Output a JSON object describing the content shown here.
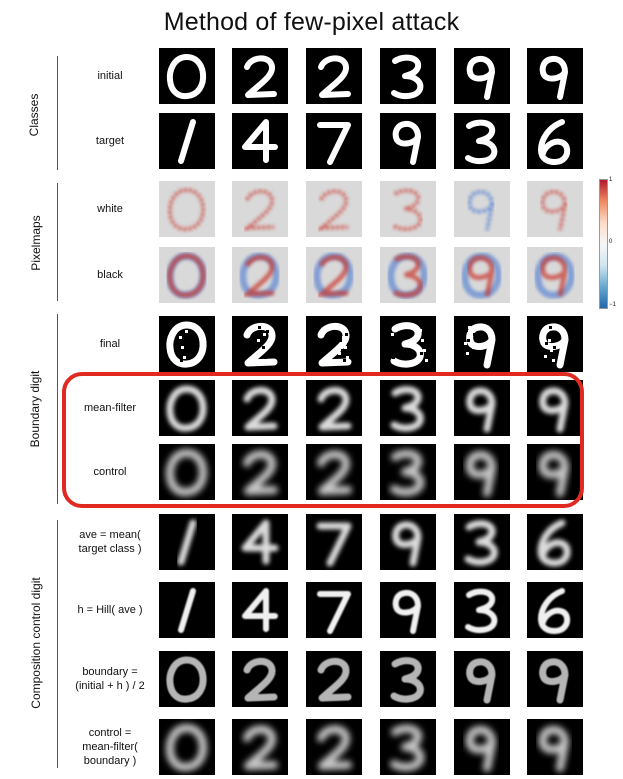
{
  "title": "Method of few-pixel attack",
  "groups": {
    "classes": "Classes",
    "pixelmaps": "Pixelmaps",
    "boundary": "Boundary digit",
    "composition": "Composition control digit"
  },
  "rows": [
    {
      "key": "initial",
      "label": "initial",
      "type": "digit",
      "digits": [
        "0",
        "2",
        "2",
        "3",
        "9",
        "9"
      ],
      "style": "sharp"
    },
    {
      "key": "target",
      "label": "target",
      "type": "digit",
      "digits": [
        "1",
        "4",
        "7",
        "9",
        "3",
        "6"
      ],
      "style": "sharp"
    },
    {
      "key": "white",
      "label": "white",
      "type": "pixelmap",
      "digits": [
        "0",
        "2",
        "2",
        "3",
        "9",
        "9"
      ],
      "style": "map-red"
    },
    {
      "key": "black",
      "label": "black",
      "type": "pixelmap",
      "digits": [
        "0",
        "2",
        "2",
        "3",
        "9",
        "9"
      ],
      "style": "map-mixed"
    },
    {
      "key": "final",
      "label": "final",
      "type": "digit",
      "digits": [
        "0",
        "2",
        "2",
        "3",
        "9",
        "9"
      ],
      "style": "noisy"
    },
    {
      "key": "mean_filter",
      "label": "mean-filter",
      "type": "digit",
      "digits": [
        "0",
        "2",
        "2",
        "3",
        "9",
        "9"
      ],
      "style": "blur"
    },
    {
      "key": "control",
      "label": "control",
      "type": "digit",
      "digits": [
        "0",
        "2",
        "2",
        "3",
        "9",
        "9"
      ],
      "style": "blur-strong"
    },
    {
      "key": "ave",
      "label": "ave = mean(\ntarget class )",
      "type": "digit",
      "digits": [
        "1",
        "4",
        "7",
        "9",
        "3",
        "6"
      ],
      "style": "blur"
    },
    {
      "key": "hill",
      "label": "h = Hill( ave )",
      "type": "digit",
      "digits": [
        "1",
        "4",
        "7",
        "9",
        "3",
        "6"
      ],
      "style": "soft"
    },
    {
      "key": "boundary",
      "label": "boundary =\n(initial  + h ) / 2",
      "type": "digit",
      "digits": [
        "0",
        "2",
        "2",
        "3",
        "9",
        "9"
      ],
      "style": "gray"
    },
    {
      "key": "control2",
      "label": "control =\nmean-filter(\nboundary )",
      "type": "digit",
      "digits": [
        "0",
        "2",
        "2",
        "3",
        "9",
        "9"
      ],
      "style": "blur-strong"
    }
  ],
  "colorbar": {
    "max": "1",
    "mid": "0",
    "min": "−1"
  },
  "colors": {
    "highlight": "#e02a20",
    "map_bg": "#d9d9d9",
    "red": "#c8352c",
    "blue": "#3a6fd0"
  }
}
